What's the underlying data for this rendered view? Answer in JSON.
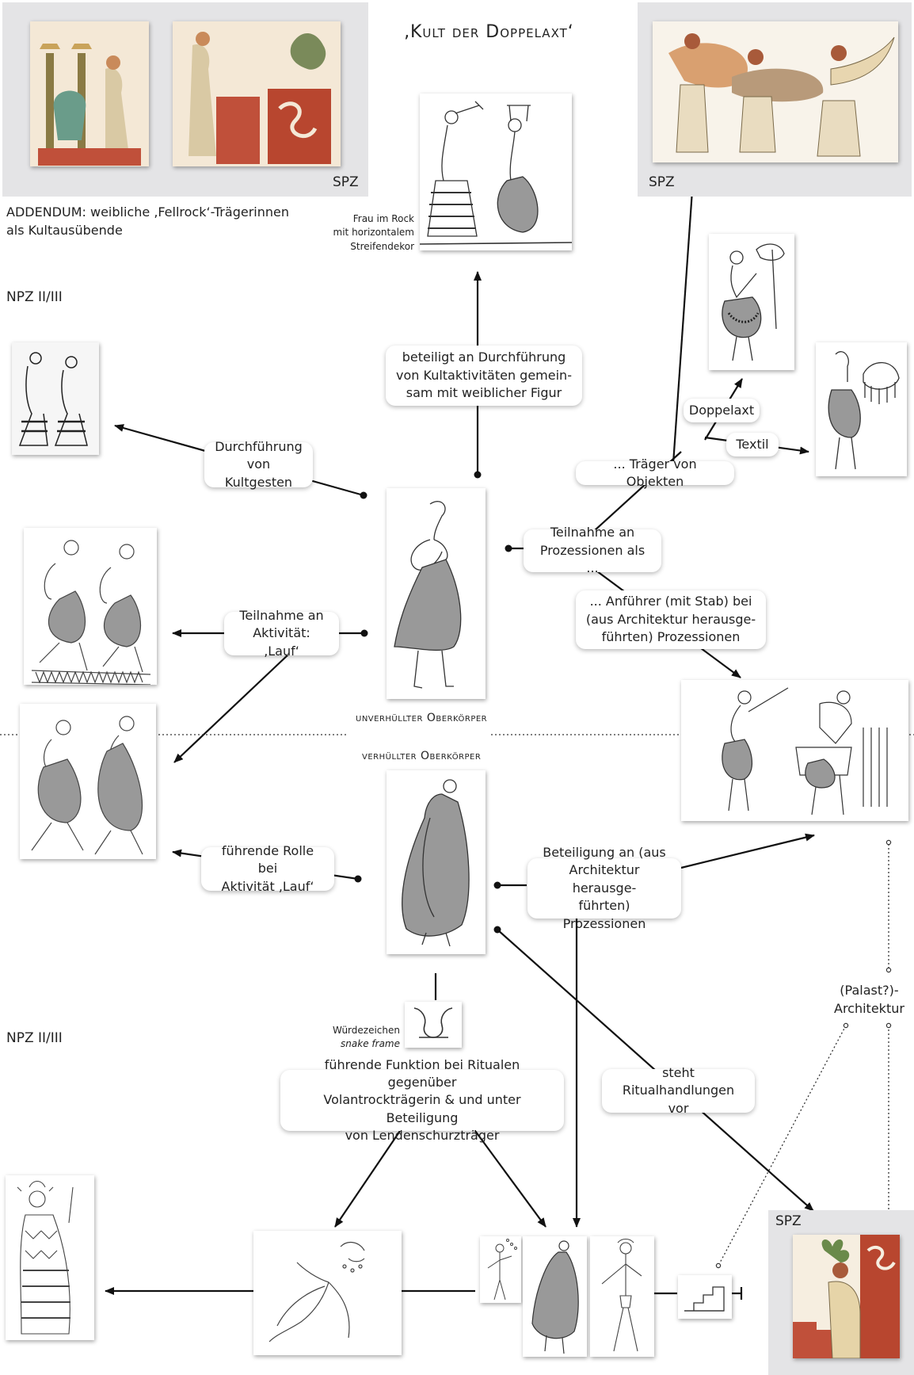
{
  "title": "‚Kult der Doppelaxt‘",
  "spz_label": "SPZ",
  "npz_label": "NPZ II/III",
  "addendum": "ADDENDUM: weibliche ‚Fellrock‘-Trägerinnen\nals Kultausübende",
  "rock_caption": "Frau im  Rock\nmit horizontalem\nStreifendekor",
  "unveiled": "unverhüllter Oberkörper",
  "veiled": "verhüllter Oberkörper",
  "dignity_label": "Würdezeichen",
  "dignity_sub": "snake frame",
  "architecture": "(Palast?)-\nArchitektur",
  "labels": {
    "kult_durchfuehrung": "beteiligt an Durchführung\nvon Kultaktivitäten gemein-\nsam mit weiblicher Figur",
    "kultgesten": "Durchführung\nvon Kultgesten",
    "teilnahme_lauf": "Teilnahme an\nAktivität: ‚Lauf‘",
    "fuehrende_lauf": "führende Rolle bei\nAktivität ‚Lauf‘",
    "doppelaxt": "Doppelaxt",
    "textil": "Textil",
    "traeger": "... Träger von Objekten",
    "prozession_als": "Teilnahme an\nProzessionen als ...",
    "anfuehrer": "... Anführer (mit Stab) bei\n(aus Architektur herausge-\nführten) Prozessionen",
    "beteiligung": "Beteiligung an (aus\nArchitektur herausge-\nführten) Prozessionen",
    "fuehrende_funktion": "führende Funktion bei Ritualen gegenüber\nVolantrockträgerin & und unter Beteiligung\nvon Lendenschurzträger",
    "steht_vor": "steht\nRitualhandlungen vor"
  }
}
